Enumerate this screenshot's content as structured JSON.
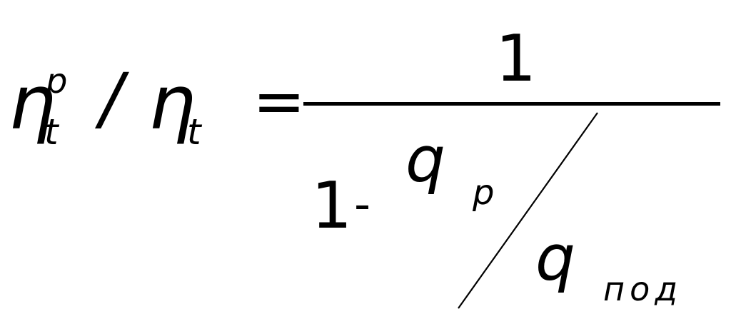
{
  "formula": {
    "lhs": {
      "eta": "η",
      "superscript": "p",
      "subscript": "t",
      "divider": "/",
      "eta_2": "η",
      "subscript_2": "t"
    },
    "equals": "=",
    "fraction": {
      "numerator": "1",
      "denominator": {
        "one": "1",
        "minus": "-",
        "q_top": "q",
        "q_top_subscript": "p",
        "q_bottom": "q",
        "q_bottom_subscript": "под"
      }
    }
  }
}
